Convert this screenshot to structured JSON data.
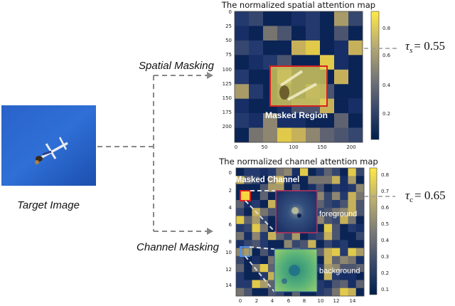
{
  "labels": {
    "target_image": "Target Image",
    "spatial_masking": "Spatial Masking",
    "channel_masking": "Channel Masking"
  },
  "spatial_map": {
    "title": "The normalized spatial attention map",
    "region_label": "Masked Region",
    "y_ticks": [
      "0",
      "25",
      "50",
      "75",
      "100",
      "125",
      "150",
      "175",
      "200"
    ],
    "x_ticks": [
      "0",
      "50",
      "100",
      "150",
      "200"
    ],
    "colorbar_ticks": [
      "0.8",
      "0.6",
      "0.4",
      "0.2"
    ],
    "tau_symbol": "τ",
    "tau_sub": "s",
    "tau_value": "= 0.55"
  },
  "channel_map": {
    "title": "The normalized channel attention map",
    "masked_label": "Masked Channel",
    "foreground_label": "foreground",
    "background_label": "background",
    "y_ticks": [
      "0",
      "2",
      "4",
      "6",
      "8",
      "10",
      "12",
      "14"
    ],
    "x_ticks": [
      "0",
      "2",
      "4",
      "6",
      "8",
      "10",
      "12",
      "14"
    ],
    "colorbar_ticks": [
      "0.8",
      "0.7",
      "0.6",
      "0.5",
      "0.4",
      "0.3",
      "0.2",
      "0.1"
    ],
    "tau_symbol": "τ",
    "tau_sub": "c",
    "tau_value": "= 0.65"
  },
  "colors": {
    "cividis_low": "#00204c",
    "cividis_high": "#ffe945",
    "mask_border": "#e02020",
    "dashed_line": "#888888"
  }
}
